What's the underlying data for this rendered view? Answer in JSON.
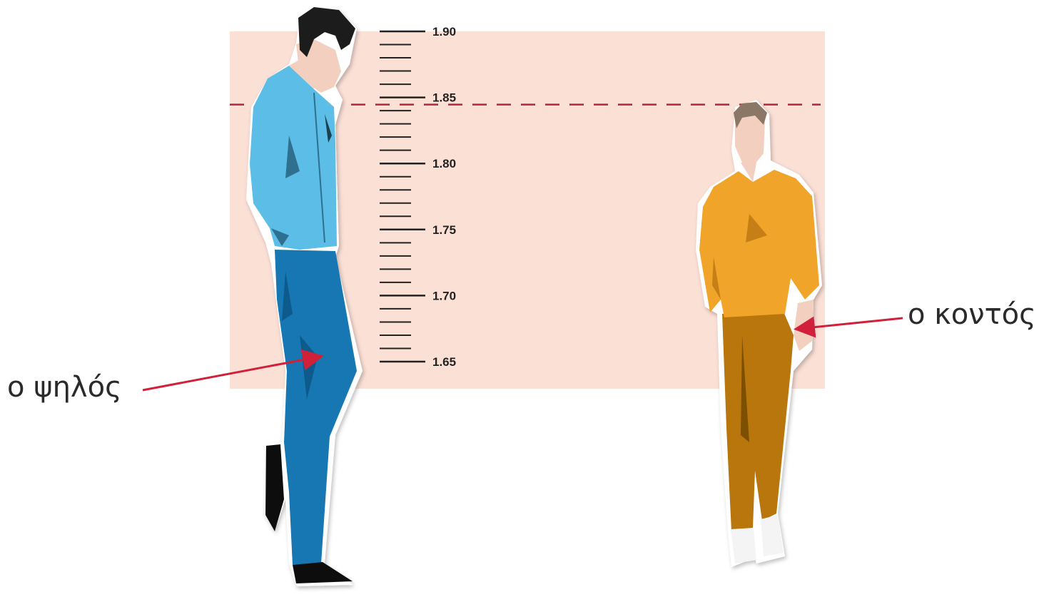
{
  "scale": {
    "ticks": [
      "1.90",
      "1.85",
      "1.80",
      "1.75",
      "1.70",
      "1.65"
    ],
    "top_value": 1.9,
    "bottom_value": 1.65,
    "marked_value": 1.85
  },
  "labels": {
    "tall": "ο ψηλός",
    "short": "ο κοντός"
  },
  "colors": {
    "background_panel": "#fbe0d6",
    "dashed_line": "#b5273c",
    "arrow": "#d0203a",
    "tall_shirt": "#5bbde6",
    "tall_jeans": "#1877b3",
    "short_shirt": "#f0a42a",
    "short_pants": "#b8760f"
  }
}
